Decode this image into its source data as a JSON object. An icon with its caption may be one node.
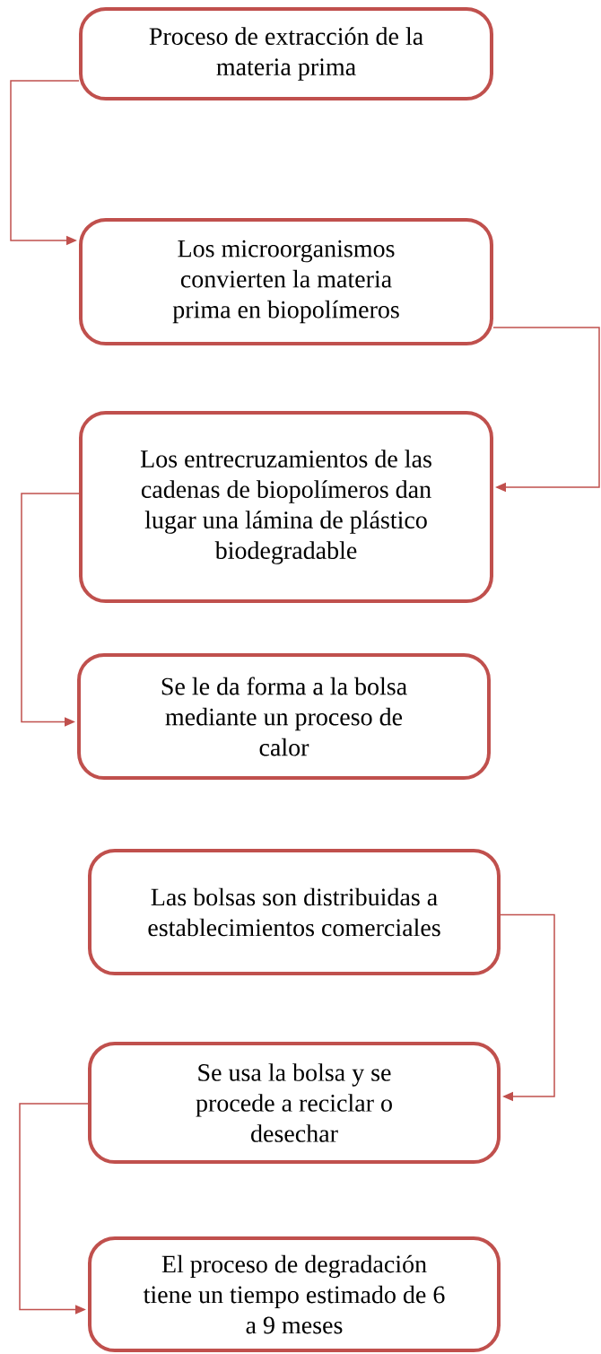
{
  "diagram": {
    "nodes": [
      {
        "text": [
          "Proceso de extracción de la materia prima"
        ]
      },
      {
        "text": [
          "Los microorganismos convierten la materia prima en biopolímeros"
        ]
      },
      {
        "text": [
          "Los entrecruzamientos de las cadenas de biopolímeros dan lugar una lámina de plástico biodegradable"
        ]
      },
      {
        "text": [
          "Se le da forma a la bolsa mediante un proceso de calor"
        ]
      },
      {
        "text": [
          "Las bolsas son distribuidas a establecimientos comerciales"
        ]
      },
      {
        "text": [
          "Se usa la bolsa y se procede a reciclar o desechar"
        ]
      },
      {
        "text": [
          "El proceso de degradación tiene un tiempo estimado de 6 a 9 meses"
        ]
      }
    ],
    "edges": [
      {
        "from": 0,
        "to": 1,
        "arrow": "to"
      },
      {
        "from": 1,
        "to": 2,
        "arrow": "to"
      },
      {
        "from": 2,
        "to": 3,
        "arrow": "to"
      },
      {
        "from": 4,
        "to": 5,
        "arrow": "to"
      },
      {
        "from": 5,
        "to": 6,
        "arrow": "to"
      }
    ]
  }
}
